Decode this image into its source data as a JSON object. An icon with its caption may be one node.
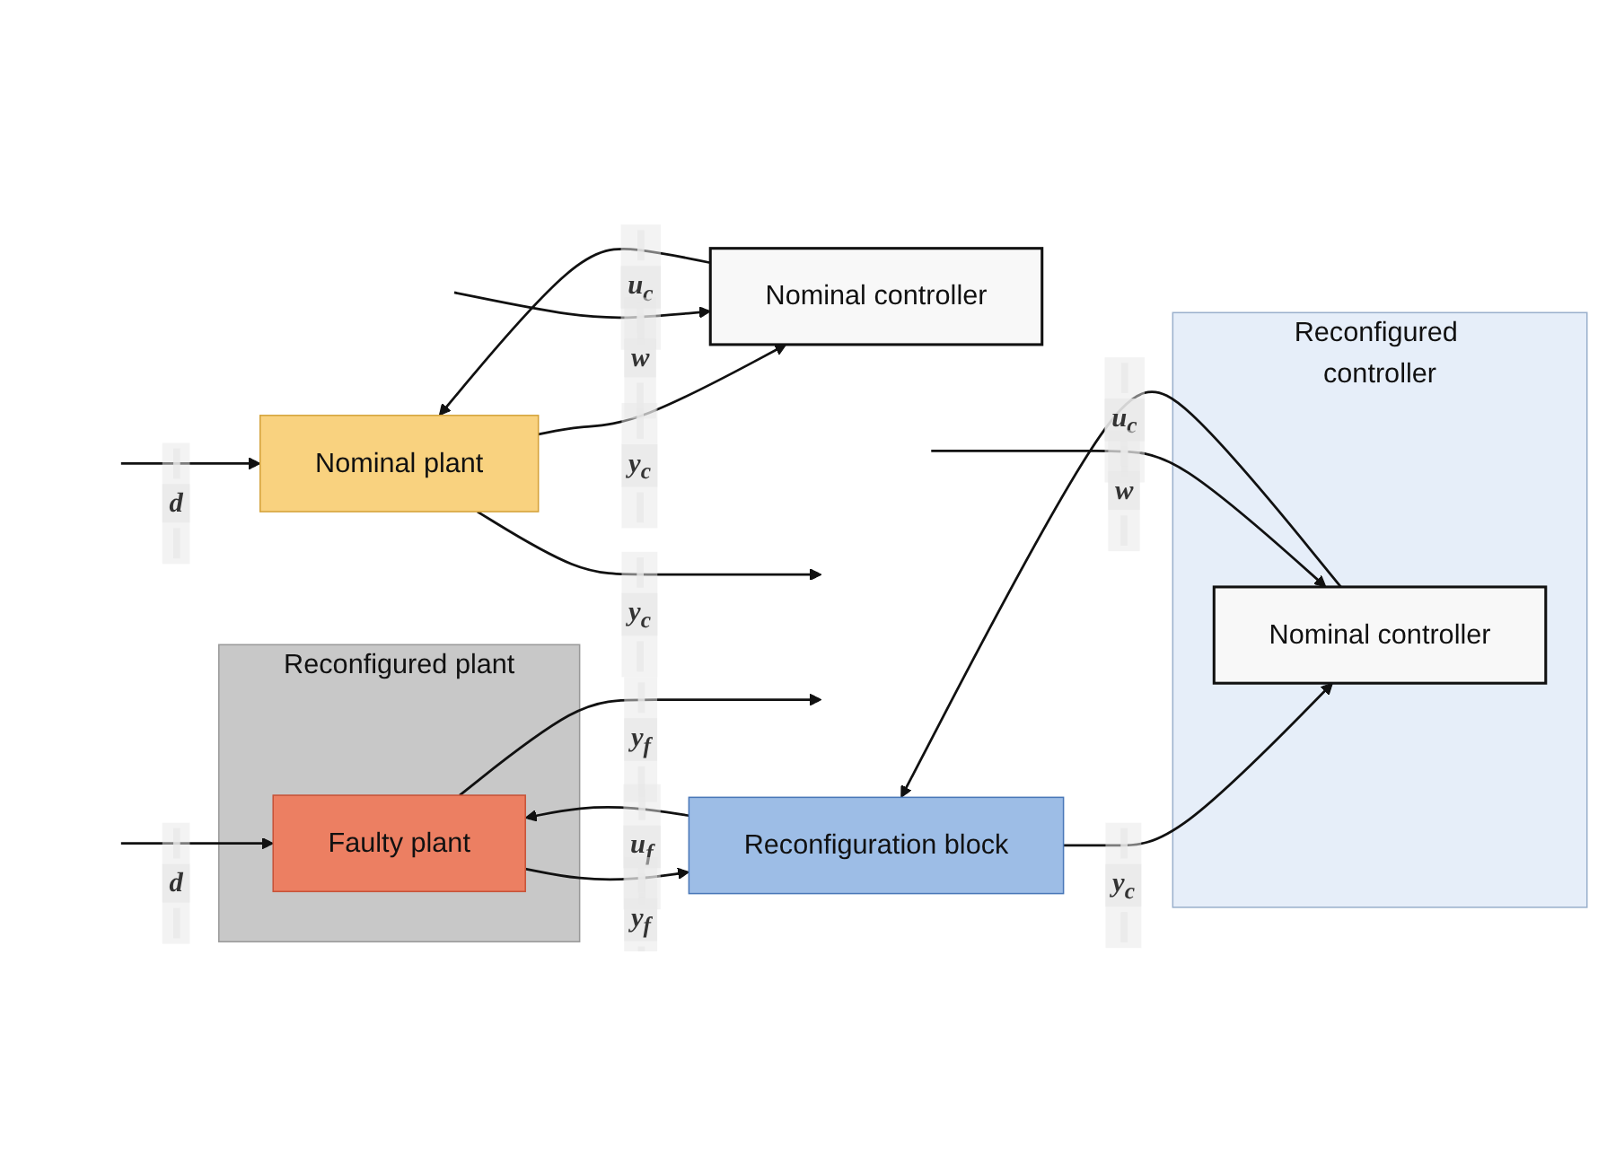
{
  "diagram": {
    "nodes": [
      {
        "text": [
          "Nominal plant"
        ]
      },
      {
        "text": [
          "Nominal controller"
        ]
      },
      {
        "text": [
          "Reconfigured plant"
        ]
      },
      {
        "text": [
          "Faulty plant"
        ],
        "in": 2
      },
      {
        "text": [
          "Reconfigured controller"
        ]
      },
      {
        "text": [
          "Reconfiguration block"
        ]
      },
      {
        "text": [
          "Nominal controller"
        ],
        "in": 4
      }
    ],
    "edges": [
      {
        "from": null,
        "to": 0,
        "arrow": "to",
        "label": "d"
      },
      {
        "from": 0,
        "to": null,
        "arrow": "to",
        "label": "y$_{c}$"
      },
      {
        "from": 1,
        "to": 0,
        "arrow": "to",
        "label": "u$_{c}$"
      },
      {
        "from": 0,
        "to": 1,
        "arrow": "to",
        "label": "y$_{c}$"
      },
      {
        "from": null,
        "to": 1,
        "arrow": "to",
        "label": "w"
      },
      {
        "from": null,
        "to": 3,
        "arrow": "to",
        "label": "d"
      },
      {
        "from": 3,
        "to": null,
        "arrow": "to",
        "label": "y$_{f}$"
      },
      {
        "from": 5,
        "to": 3,
        "arrow": "to",
        "label": "u$_{f}$"
      },
      {
        "from": 3,
        "to": 5,
        "arrow": "to",
        "label": "y$_{f}$"
      },
      {
        "from": 6,
        "to": 5,
        "arrow": "to",
        "label": "u$_{c}$"
      },
      {
        "from": 5,
        "to": 6,
        "arrow": "to",
        "label": "y$_{c}$"
      },
      {
        "from": null,
        "to": 6,
        "arrow": "to",
        "label": "w"
      }
    ]
  }
}
